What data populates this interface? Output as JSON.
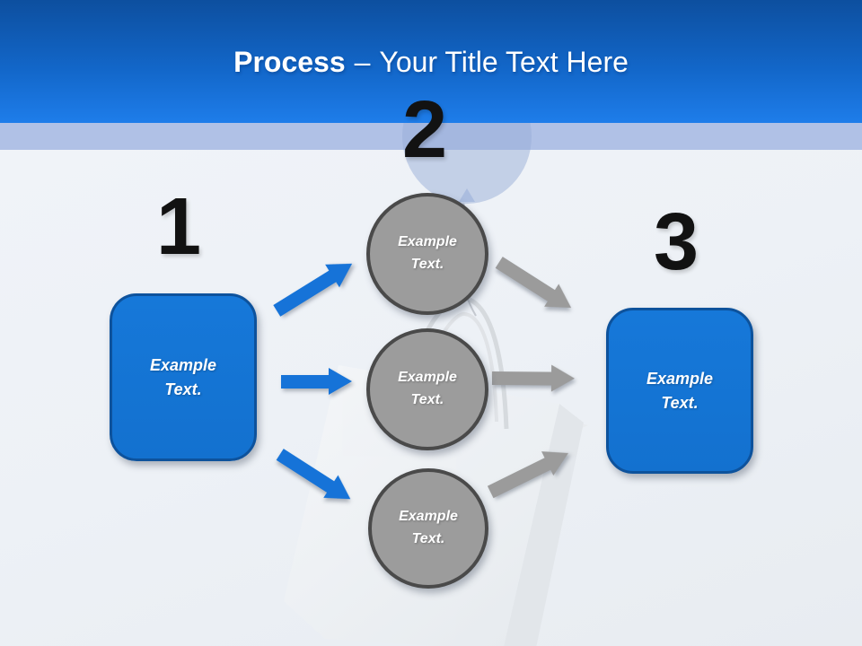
{
  "title": {
    "bold": "Process",
    "separator": "–",
    "regular": "Your Title Text Here"
  },
  "numbers": {
    "step1": "1",
    "step2": "2",
    "step3": "3"
  },
  "boxes": {
    "left": "Example Text.",
    "right": "Example Text."
  },
  "circles": {
    "top": "Example Text.",
    "middle": "Example Text.",
    "bottom": "Example Text."
  },
  "colors": {
    "header_gradient_top": "#0d4f9f",
    "header_gradient_bottom": "#1e7dea",
    "band": "#b0c1e6",
    "accent_blue": "#1673d8",
    "box_fill": "#1678d9",
    "box_border": "#0d529c",
    "circle_fill": "#9c9c9c",
    "circle_border": "#4a4a4a",
    "arrow_gray": "#9b9b9b",
    "number_color": "#121212",
    "background": "#edf1f6"
  }
}
